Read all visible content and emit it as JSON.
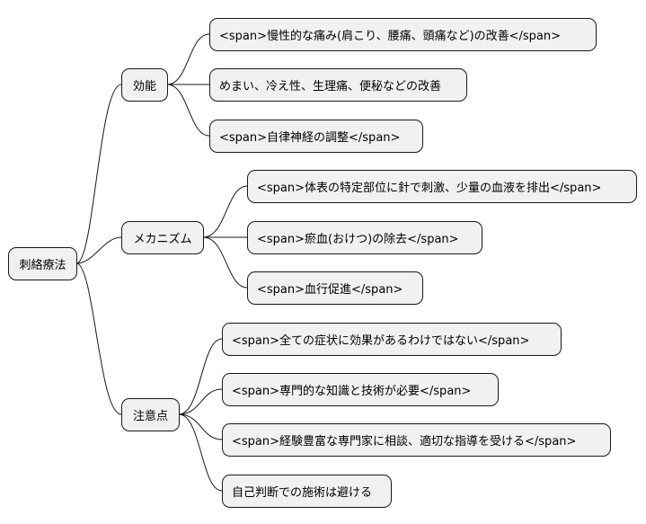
{
  "mindmap": {
    "root": {
      "label": "刺絡療法"
    },
    "branches": [
      {
        "label": "効能",
        "children": [
          {
            "label": "<span>慢性的な痛み(肩こり、腰痛、頭痛など)の改善</span>"
          },
          {
            "label": "めまい、冷え性、生理痛、便秘などの改善"
          },
          {
            "label": "<span>自律神経の調整</span>"
          }
        ]
      },
      {
        "label": "メカニズム",
        "children": [
          {
            "label": "<span>体表の特定部位に針で刺激、少量の血液を排出</span>"
          },
          {
            "label": "<span>瘀血(おけつ)の除去</span>"
          },
          {
            "label": "<span>血行促進</span>"
          }
        ]
      },
      {
        "label": "注意点",
        "children": [
          {
            "label": "<span>全ての症状に効果があるわけではない</span>"
          },
          {
            "label": "<span>専門的な知識と技術が必要</span>"
          },
          {
            "label": "<span>経験豊富な専門家に相談、適切な指導を受ける</span>"
          },
          {
            "label": "自己判断での施術は避ける"
          }
        ]
      }
    ]
  }
}
